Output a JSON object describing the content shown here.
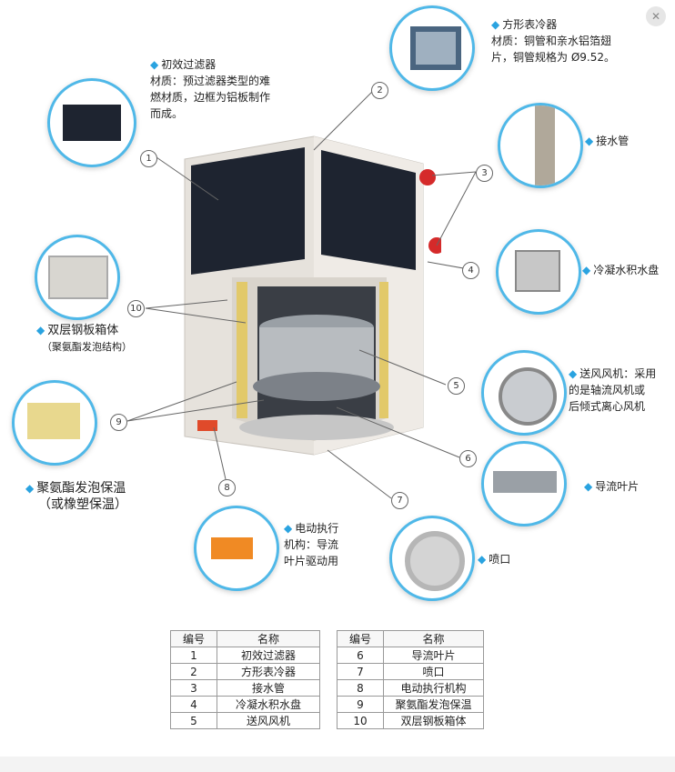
{
  "callouts": {
    "c1": {
      "num": "1",
      "title": "初效过滤器",
      "lines": [
        "材质：预过滤器类型的难",
        "燃材质，边框为铝板制作",
        "而成。"
      ]
    },
    "c2": {
      "num": "2",
      "title": "方形表冷器",
      "lines": [
        "材质：铜管和亲水铝箔翅",
        "片，铜管规格为 Ø9.52。"
      ]
    },
    "c3": {
      "num": "3",
      "title": "接水管"
    },
    "c4": {
      "num": "4",
      "title": "冷凝水积水盘"
    },
    "c5": {
      "num": "5",
      "lines": [
        "送风风机：采用",
        "的是轴流风机或",
        "后倾式离心风机"
      ]
    },
    "c6": {
      "num": "6",
      "title": "导流叶片"
    },
    "c7": {
      "num": "7",
      "title": "喷口"
    },
    "c8": {
      "num": "8",
      "lines": [
        "电动执行",
        "机构：导流",
        "叶片驱动用"
      ]
    },
    "c9": {
      "num": "9",
      "lines": [
        "聚氨酯发泡保温",
        "（或橡塑保温）"
      ]
    },
    "c10": {
      "num": "10",
      "lines": [
        "双层钢板箱体",
        "（聚氨酯发泡结构）"
      ]
    }
  },
  "table_left": {
    "headers": [
      "编号",
      "名称"
    ],
    "rows": [
      [
        "1",
        "初效过滤器"
      ],
      [
        "2",
        "方形表冷器"
      ],
      [
        "3",
        "接水管"
      ],
      [
        "4",
        "冷凝水积水盘"
      ],
      [
        "5",
        "送风风机"
      ]
    ]
  },
  "table_right": {
    "headers": [
      "编号",
      "名称"
    ],
    "rows": [
      [
        "6",
        "导流叶片"
      ],
      [
        "7",
        "喷口"
      ],
      [
        "8",
        "电动执行机构"
      ],
      [
        "9",
        "聚氨酯发泡保温"
      ],
      [
        "10",
        "双层钢板箱体"
      ]
    ]
  },
  "colors": {
    "accent": "#4fb8e8",
    "bullet": "#2aa3e0",
    "panel": "#e8e4df",
    "filter": "#1e2430"
  }
}
